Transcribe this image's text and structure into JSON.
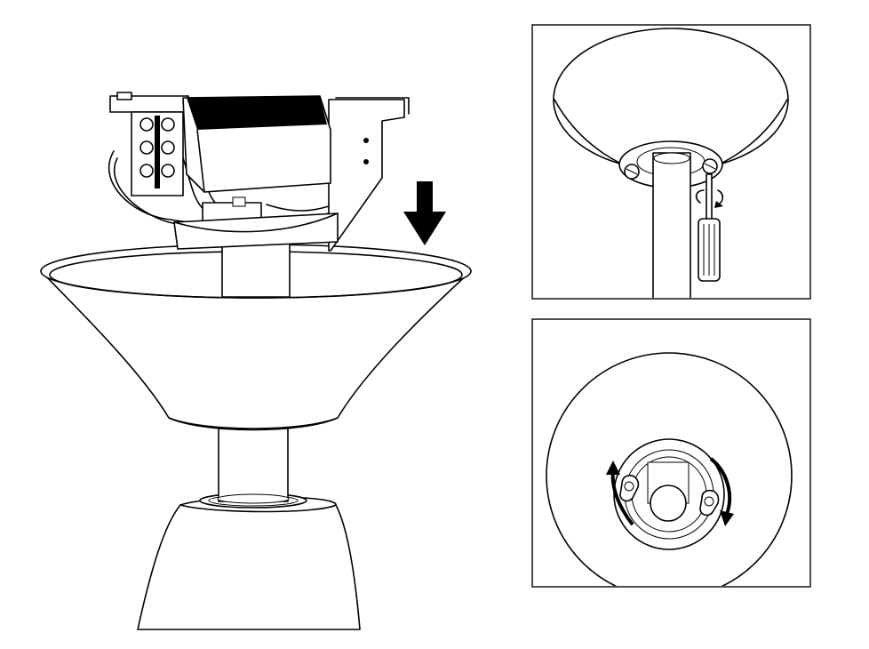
{
  "figure": {
    "main_view": {
      "components": [
        "terminal-block",
        "junction-box",
        "mounting-bracket",
        "canopy",
        "downrod",
        "motor-housing"
      ],
      "arrow_direction": "down"
    },
    "detail_top": {
      "components": [
        "canopy-underside",
        "screw",
        "screwdriver",
        "downrod"
      ],
      "arrow_direction": "clockwise"
    },
    "detail_bottom": {
      "components": [
        "canopy-underside",
        "keyhole-slot-left",
        "keyhole-slot-right",
        "downrod"
      ],
      "arrow_direction": "rotate"
    }
  }
}
